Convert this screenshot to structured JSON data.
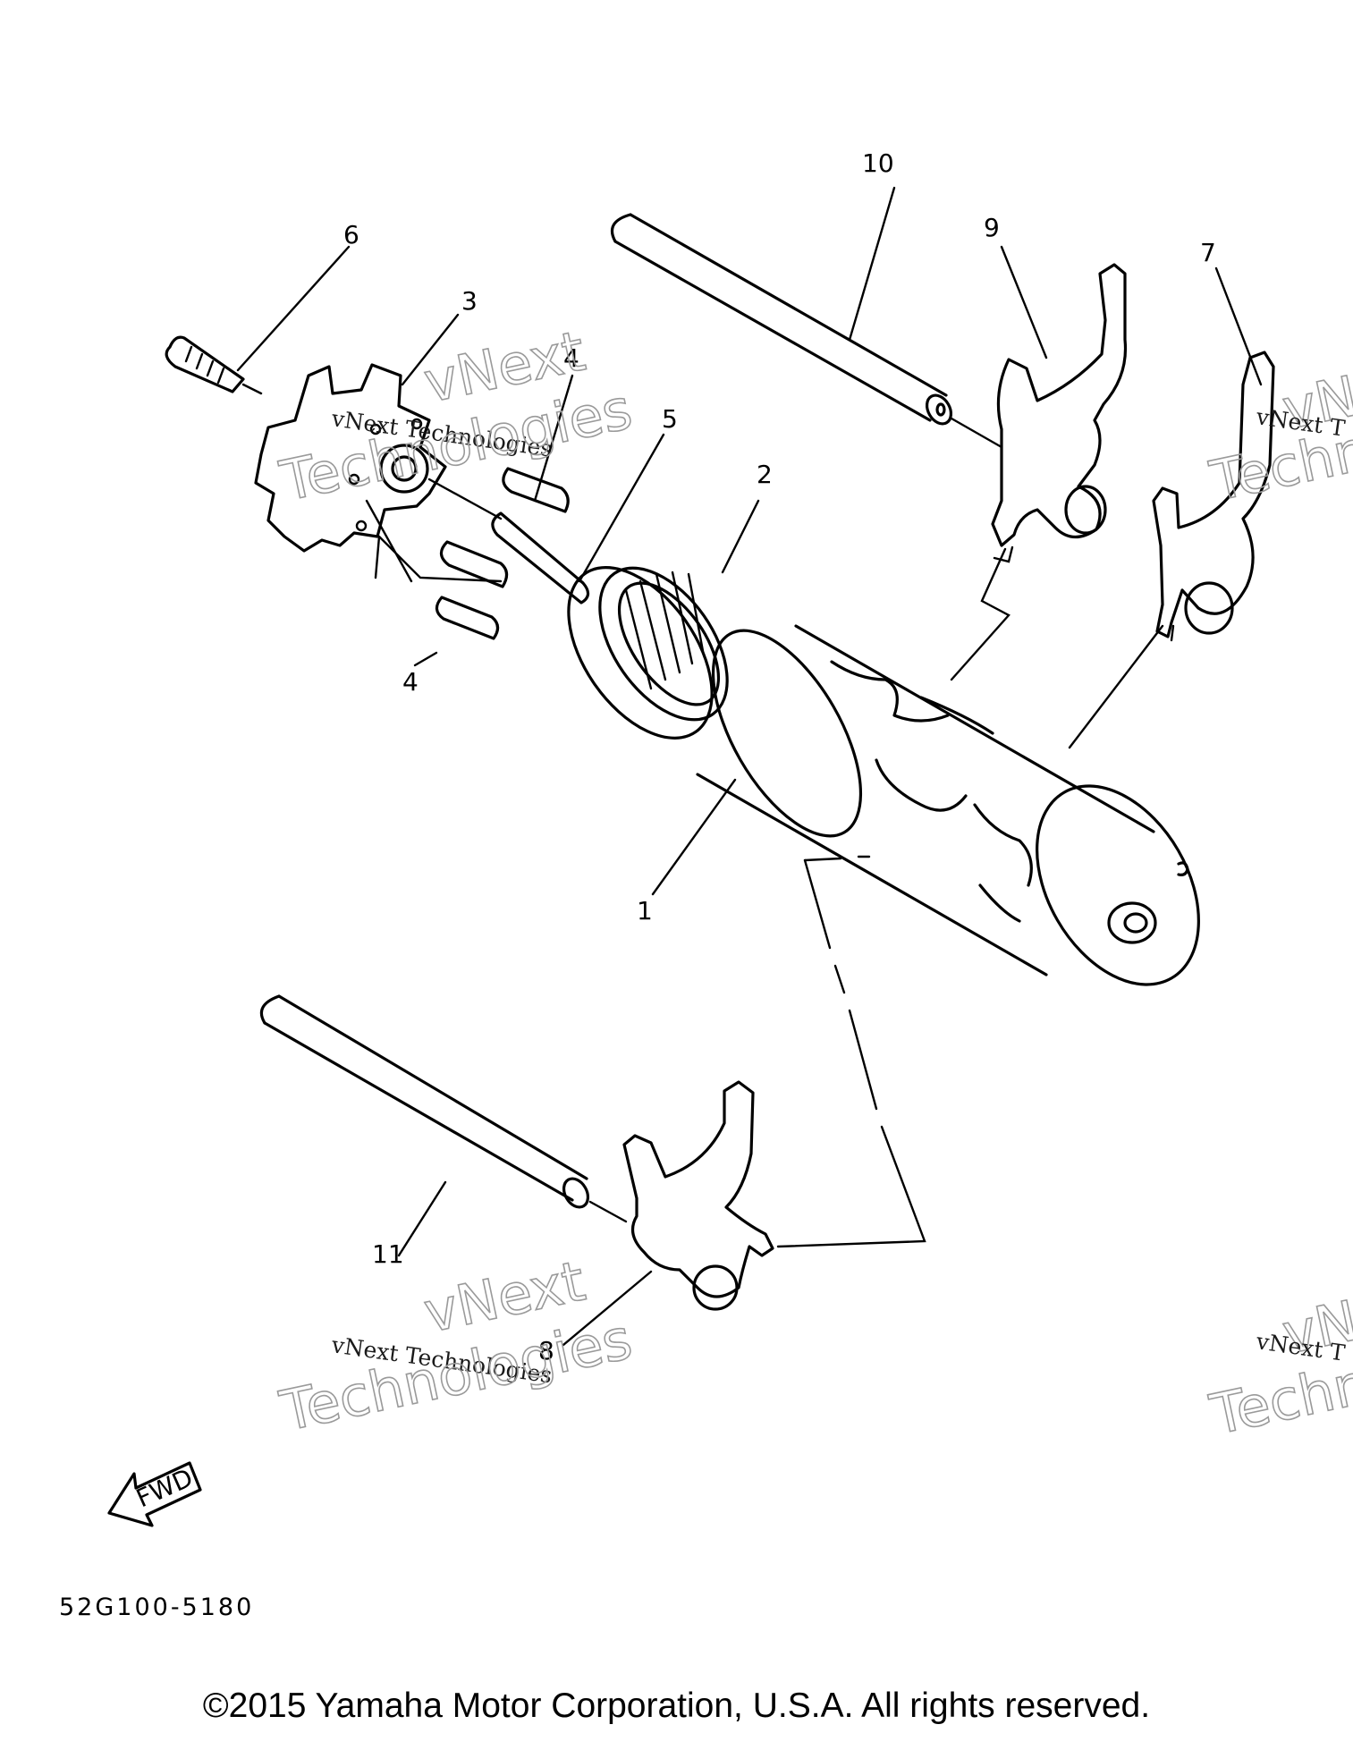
{
  "callouts": {
    "c1": "1",
    "c2": "2",
    "c3": "3",
    "c4a": "4",
    "c4b": "4",
    "c5": "5",
    "c6": "6",
    "c7": "7",
    "c8": "8",
    "c9": "9",
    "c10": "10",
    "c11": "11"
  },
  "watermark": {
    "line1": "vNext Technologies",
    "big_top": "vNext",
    "big_bottom": "Technologies",
    "edge_small": "vNext T",
    "edge_big_top": "vN",
    "edge_big_bottom": "Techn"
  },
  "fwd_label": "FWD",
  "diagram_code": "52G100-5180",
  "copyright": "©2015 Yamaha Motor Corporation, U.S.A. All rights reserved."
}
